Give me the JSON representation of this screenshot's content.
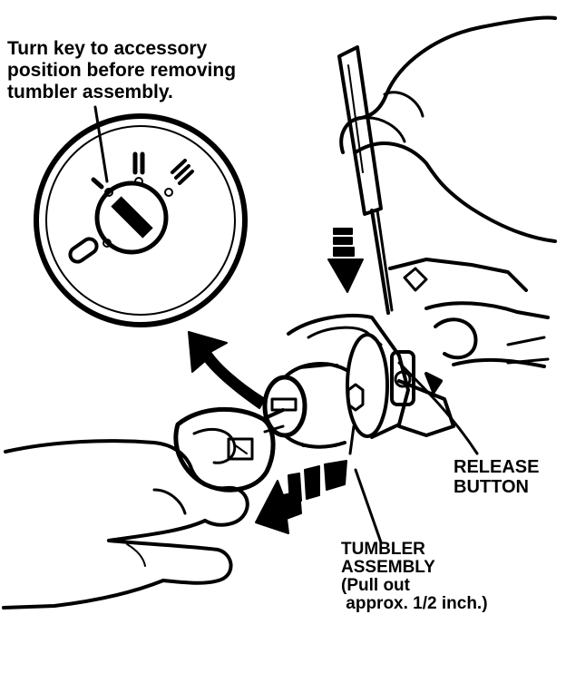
{
  "labels": {
    "note": [
      "Turn key to accessory",
      "position before removing",
      "tumbler assembly."
    ],
    "release_button": [
      "RELEASE",
      "BUTTON"
    ],
    "tumbler_assembly": [
      "TUMBLER",
      "ASSEMBLY",
      "(Pull out",
      " approx. 1/2 inch.)"
    ]
  },
  "switch_positions": [
    "I",
    "II",
    "III",
    "0"
  ],
  "colors": {
    "ink": "#000000",
    "paper": "#ffffff"
  }
}
